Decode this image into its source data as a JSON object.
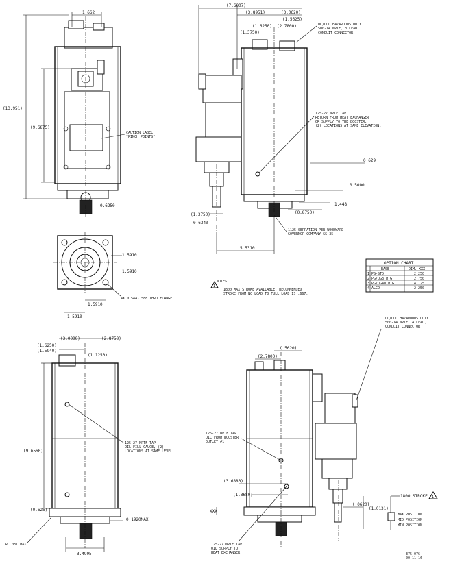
{
  "drawing": {
    "front_view": {
      "width_dim": "1.662",
      "overall_height": "(13.951)",
      "body_height": "(9.6875)",
      "shaft_dim": "0.6250",
      "caution_note": [
        "CAUTION LABEL",
        "\"PINCH POINTS\""
      ]
    },
    "side_view_top": {
      "dims_top": [
        "(7.6007)",
        "(3.8951)",
        "(3.0620)",
        "(1.5625)",
        "(1.6250)",
        "(2.7800)",
        "(1.3750)"
      ],
      "conduit_note": [
        "UL/CUL HAZARDOUS DUTY",
        "500-14 NPTF, 3 LEAD,",
        "CONDUIT CONNECTOR"
      ],
      "tap_note": [
        "125-27 NPTF TAP",
        "RETURN FROM HEAT EXCHANGER",
        "OR SUPPLY TO THE BOOSTER,",
        "(2) LOCATIONS AT SAME ELEVATION."
      ],
      "dim_0629": "0.629",
      "dim_05000": "0.5000",
      "dim_1448": "1.448",
      "dim_08750": "(0.8750)",
      "dim_13750": "(1.3750)",
      "dim_06340": "0.6340",
      "dim_55310": "5.5310",
      "serration_note": [
        "1125 SERRATION PER WOODWARD",
        "GOVERNOR COMPANY SS-35"
      ]
    },
    "flange_view": {
      "dim_a": "1.5910",
      "dim_b": "1.5910",
      "dim_c": "1.5910",
      "dim_d": "1.5910",
      "hole_note": "4X Ø.544-.588 THRU FLANGE"
    },
    "notes": {
      "heading": "NOTES:",
      "marker": "1",
      "lines": [
        "1800 MAX STROKE AVAILABLE. RECOMMENDED",
        "STROKE FROM NO LOAD TO FULL LOAD IS .667."
      ]
    },
    "option_chart": {
      "title": "OPTION CHART",
      "headers": [
        "",
        "BASE",
        "DIM. XXX"
      ],
      "rows": [
        [
          "1",
          "PG-STD.",
          "2.250"
        ],
        [
          "2",
          "PG/UG8 MTG.",
          "2.750"
        ],
        [
          "3",
          "PG/UG40 MTG.",
          "4.125"
        ],
        [
          "4",
          "ALCO",
          "2.250"
        ]
      ]
    },
    "lower_left_view": {
      "dim_30000": "(3.0000)",
      "dim_28750": "(2.8750)",
      "dim_16250": "(1.6250)",
      "dim_15940": "(1.5940)",
      "dim_11250": "(1.1250)",
      "dim_96560": "(9.6560)",
      "dim_0625": "(0.625)",
      "dim_01920": "0.1920MAX",
      "dim_34995": "3.4995",
      "radius_note": "R .031 MAX",
      "tap_note": [
        "125-27 NPTF TAP",
        "OIL FILL GAUGE, (2)",
        "LOCATIONS AT SAME LEVEL."
      ]
    },
    "lower_right_view": {
      "dim_5620": "(.5620)",
      "dim_27800": "(2.7800)",
      "dim_36880": "(3.6880)",
      "dim_13680": "(1.3680)",
      "dim_xxx": "XXX",
      "dim_0620": "(.0620)",
      "dim_10131": "(1.0131)",
      "conduit_note": [
        "UL/CUL HAZARDOUS DUTY",
        "500-14 NPTF, 4 LEAD,",
        "CONDUIT CONNECTOR"
      ],
      "tap_outlet": [
        "125-27 NPTF TAP",
        "OIL FROM BOOSTER",
        "OUTLET #1"
      ],
      "tap_supply": [
        "125-27 NPTF TAP",
        "OIL SUPPLY TO",
        "HEAT EXCHANGER."
      ],
      "stroke_label": "1800  STROKE",
      "stroke_marker": "1",
      "positions": [
        "MAX POSITION",
        "MID POSITION",
        "MIN POSITION"
      ]
    },
    "doc_number": [
      "375-076",
      "00-11-16"
    ]
  }
}
